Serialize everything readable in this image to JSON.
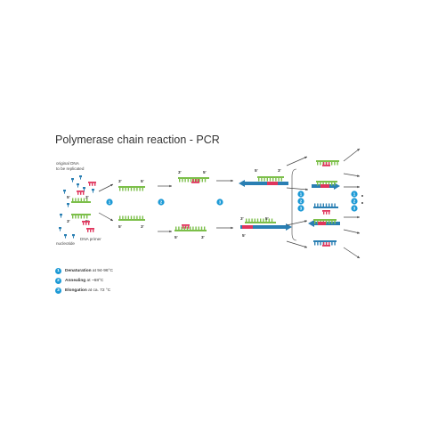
{
  "title": "Polymerase chain reaction - PCR",
  "labels": {
    "original_dna": "original DNA",
    "to_be_replicated": "to be replicated",
    "dna_primer": "DNA primer",
    "nucleotide": "nucleotide"
  },
  "strand_ends": {
    "three_prime": "3'",
    "five_prime": "5'"
  },
  "steps": [
    {
      "number": "1",
      "term": "Denaturation",
      "detail": " at 94-96°C"
    },
    {
      "number": "2",
      "term": "Annealing",
      "detail": " at ~68°C"
    },
    {
      "number": "3",
      "term": "Elongation",
      "detail": " at ca. 72 °C"
    }
  ],
  "colors": {
    "green": "#7cbf4a",
    "red": "#e0355d",
    "blue": "#2a7fb3",
    "light_blue": "#5fb1dc",
    "step_circle": "#1d9ad6"
  }
}
